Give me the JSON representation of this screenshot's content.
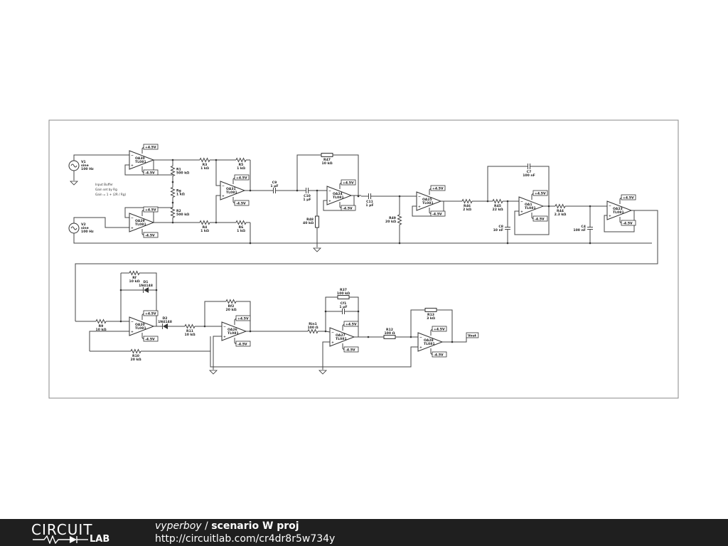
{
  "schematic": {
    "sources": [
      {
        "name": "V1",
        "type": "sine",
        "freq": "100 Hz"
      },
      {
        "name": "V2",
        "type": "sine",
        "freq": "100 Hz"
      }
    ],
    "opamps": [
      {
        "name": "OA30",
        "model": "TL081"
      },
      {
        "name": "OA29",
        "model": "TL081"
      },
      {
        "name": "OA31",
        "model": "TL081"
      },
      {
        "name": "OA24",
        "model": "TL081"
      },
      {
        "name": "OA25",
        "model": "TL081"
      },
      {
        "name": "OA1",
        "model": "TL081"
      },
      {
        "name": "OA23",
        "model": "TL081"
      },
      {
        "name": "OA20",
        "model": "TL081"
      },
      {
        "name": "OA26",
        "model": "TL081"
      },
      {
        "name": "OA27",
        "model": "TL081"
      },
      {
        "name": "OA28",
        "model": "TL081"
      }
    ],
    "resistors": [
      {
        "name": "R1",
        "value": "500 kΩ"
      },
      {
        "name": "Rg",
        "value": "1 kΩ"
      },
      {
        "name": "R2",
        "value": "500 kΩ"
      },
      {
        "name": "R3",
        "value": "1 kΩ"
      },
      {
        "name": "R4",
        "value": "1 kΩ"
      },
      {
        "name": "R5",
        "value": "1 kΩ"
      },
      {
        "name": "R6",
        "value": "1 kΩ"
      },
      {
        "name": "R47",
        "value": "10 kΩ"
      },
      {
        "name": "R48",
        "value": "40 kΩ"
      },
      {
        "name": "R49",
        "value": "20 kΩ"
      },
      {
        "name": "R46",
        "value": "2 kΩ"
      },
      {
        "name": "R45",
        "value": "22 kΩ"
      },
      {
        "name": "R44",
        "value": "2.3 kΩ"
      },
      {
        "name": "R9",
        "value": "10 kΩ"
      },
      {
        "name": "Rf",
        "value": "10 kΩ"
      },
      {
        "name": "R10",
        "value": "20 kΩ"
      },
      {
        "name": "R11",
        "value": "10 kΩ"
      },
      {
        "name": "Rf2",
        "value": "20 kΩ"
      },
      {
        "name": "Rin1",
        "value": "100 Ω"
      },
      {
        "name": "R37",
        "value": "100 kΩ"
      },
      {
        "name": "R12",
        "value": "100 Ω"
      },
      {
        "name": "R13",
        "value": "3 kΩ"
      }
    ],
    "capacitors": [
      {
        "name": "C9",
        "value": "1 μF"
      },
      {
        "name": "C10",
        "value": "1 μF"
      },
      {
        "name": "C11",
        "value": "1 μF"
      },
      {
        "name": "C7",
        "value": "100 nF"
      },
      {
        "name": "C8",
        "value": "10 nF"
      },
      {
        "name": "C4",
        "value": "100 nF"
      },
      {
        "name": "Cf1",
        "value": "1 μF"
      }
    ],
    "diodes": [
      {
        "name": "D1",
        "model": "1N4148"
      },
      {
        "name": "D2",
        "model": "1N4148"
      }
    ],
    "rails": {
      "positive": "+4.5V",
      "negative": "-4.5V"
    },
    "output_label": "Vout",
    "notes": [
      "Input Buffer",
      "Gain set by Rg",
      "Gain = 1 + (2R / Rg)"
    ]
  },
  "footer": {
    "logo_top": "CIRCUIT",
    "logo_bottom": "LAB",
    "author": "vyperboy",
    "separator": " / ",
    "project_name": "scenario W proj",
    "url": "http://circuitlab.com/cr4dr8r5w734y"
  },
  "colors": {
    "footer_bg": "#1f1f1f",
    "wire": "#444444",
    "frame": "#888888"
  }
}
